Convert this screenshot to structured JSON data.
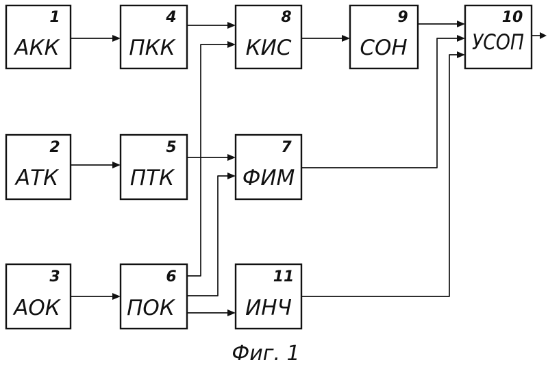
{
  "figure": {
    "caption": "Фиг. 1",
    "blocks": [
      {
        "id": "b1",
        "number": "1",
        "label": "АКК"
      },
      {
        "id": "b2",
        "number": "2",
        "label": "АТК"
      },
      {
        "id": "b3",
        "number": "3",
        "label": "АОК"
      },
      {
        "id": "b4",
        "number": "4",
        "label": "ПКК"
      },
      {
        "id": "b5",
        "number": "5",
        "label": "ПТК"
      },
      {
        "id": "b6",
        "number": "6",
        "label": "ПОК"
      },
      {
        "id": "b7",
        "number": "7",
        "label": "ФИМ"
      },
      {
        "id": "b8",
        "number": "8",
        "label": "КИС"
      },
      {
        "id": "b9",
        "number": "9",
        "label": "СОН"
      },
      {
        "id": "b10",
        "number": "10",
        "label": "УСОП"
      },
      {
        "id": "b11",
        "number": "11",
        "label": "ИНЧ"
      }
    ],
    "connections": [
      {
        "from": "b1",
        "to": "b4"
      },
      {
        "from": "b2",
        "to": "b5"
      },
      {
        "from": "b3",
        "to": "b6"
      },
      {
        "from": "b4",
        "to": "b8"
      },
      {
        "from": "b6",
        "to": "b8"
      },
      {
        "from": "b5",
        "to": "b7"
      },
      {
        "from": "b6",
        "to": "b7"
      },
      {
        "from": "b6",
        "to": "b11"
      },
      {
        "from": "b8",
        "to": "b9"
      },
      {
        "from": "b9",
        "to": "b10"
      },
      {
        "from": "b7",
        "to": "b10"
      },
      {
        "from": "b11",
        "to": "b10"
      },
      {
        "from": "b10",
        "to": "output"
      }
    ],
    "colors": {
      "ink": "#111111",
      "paper": "#ffffff"
    }
  }
}
